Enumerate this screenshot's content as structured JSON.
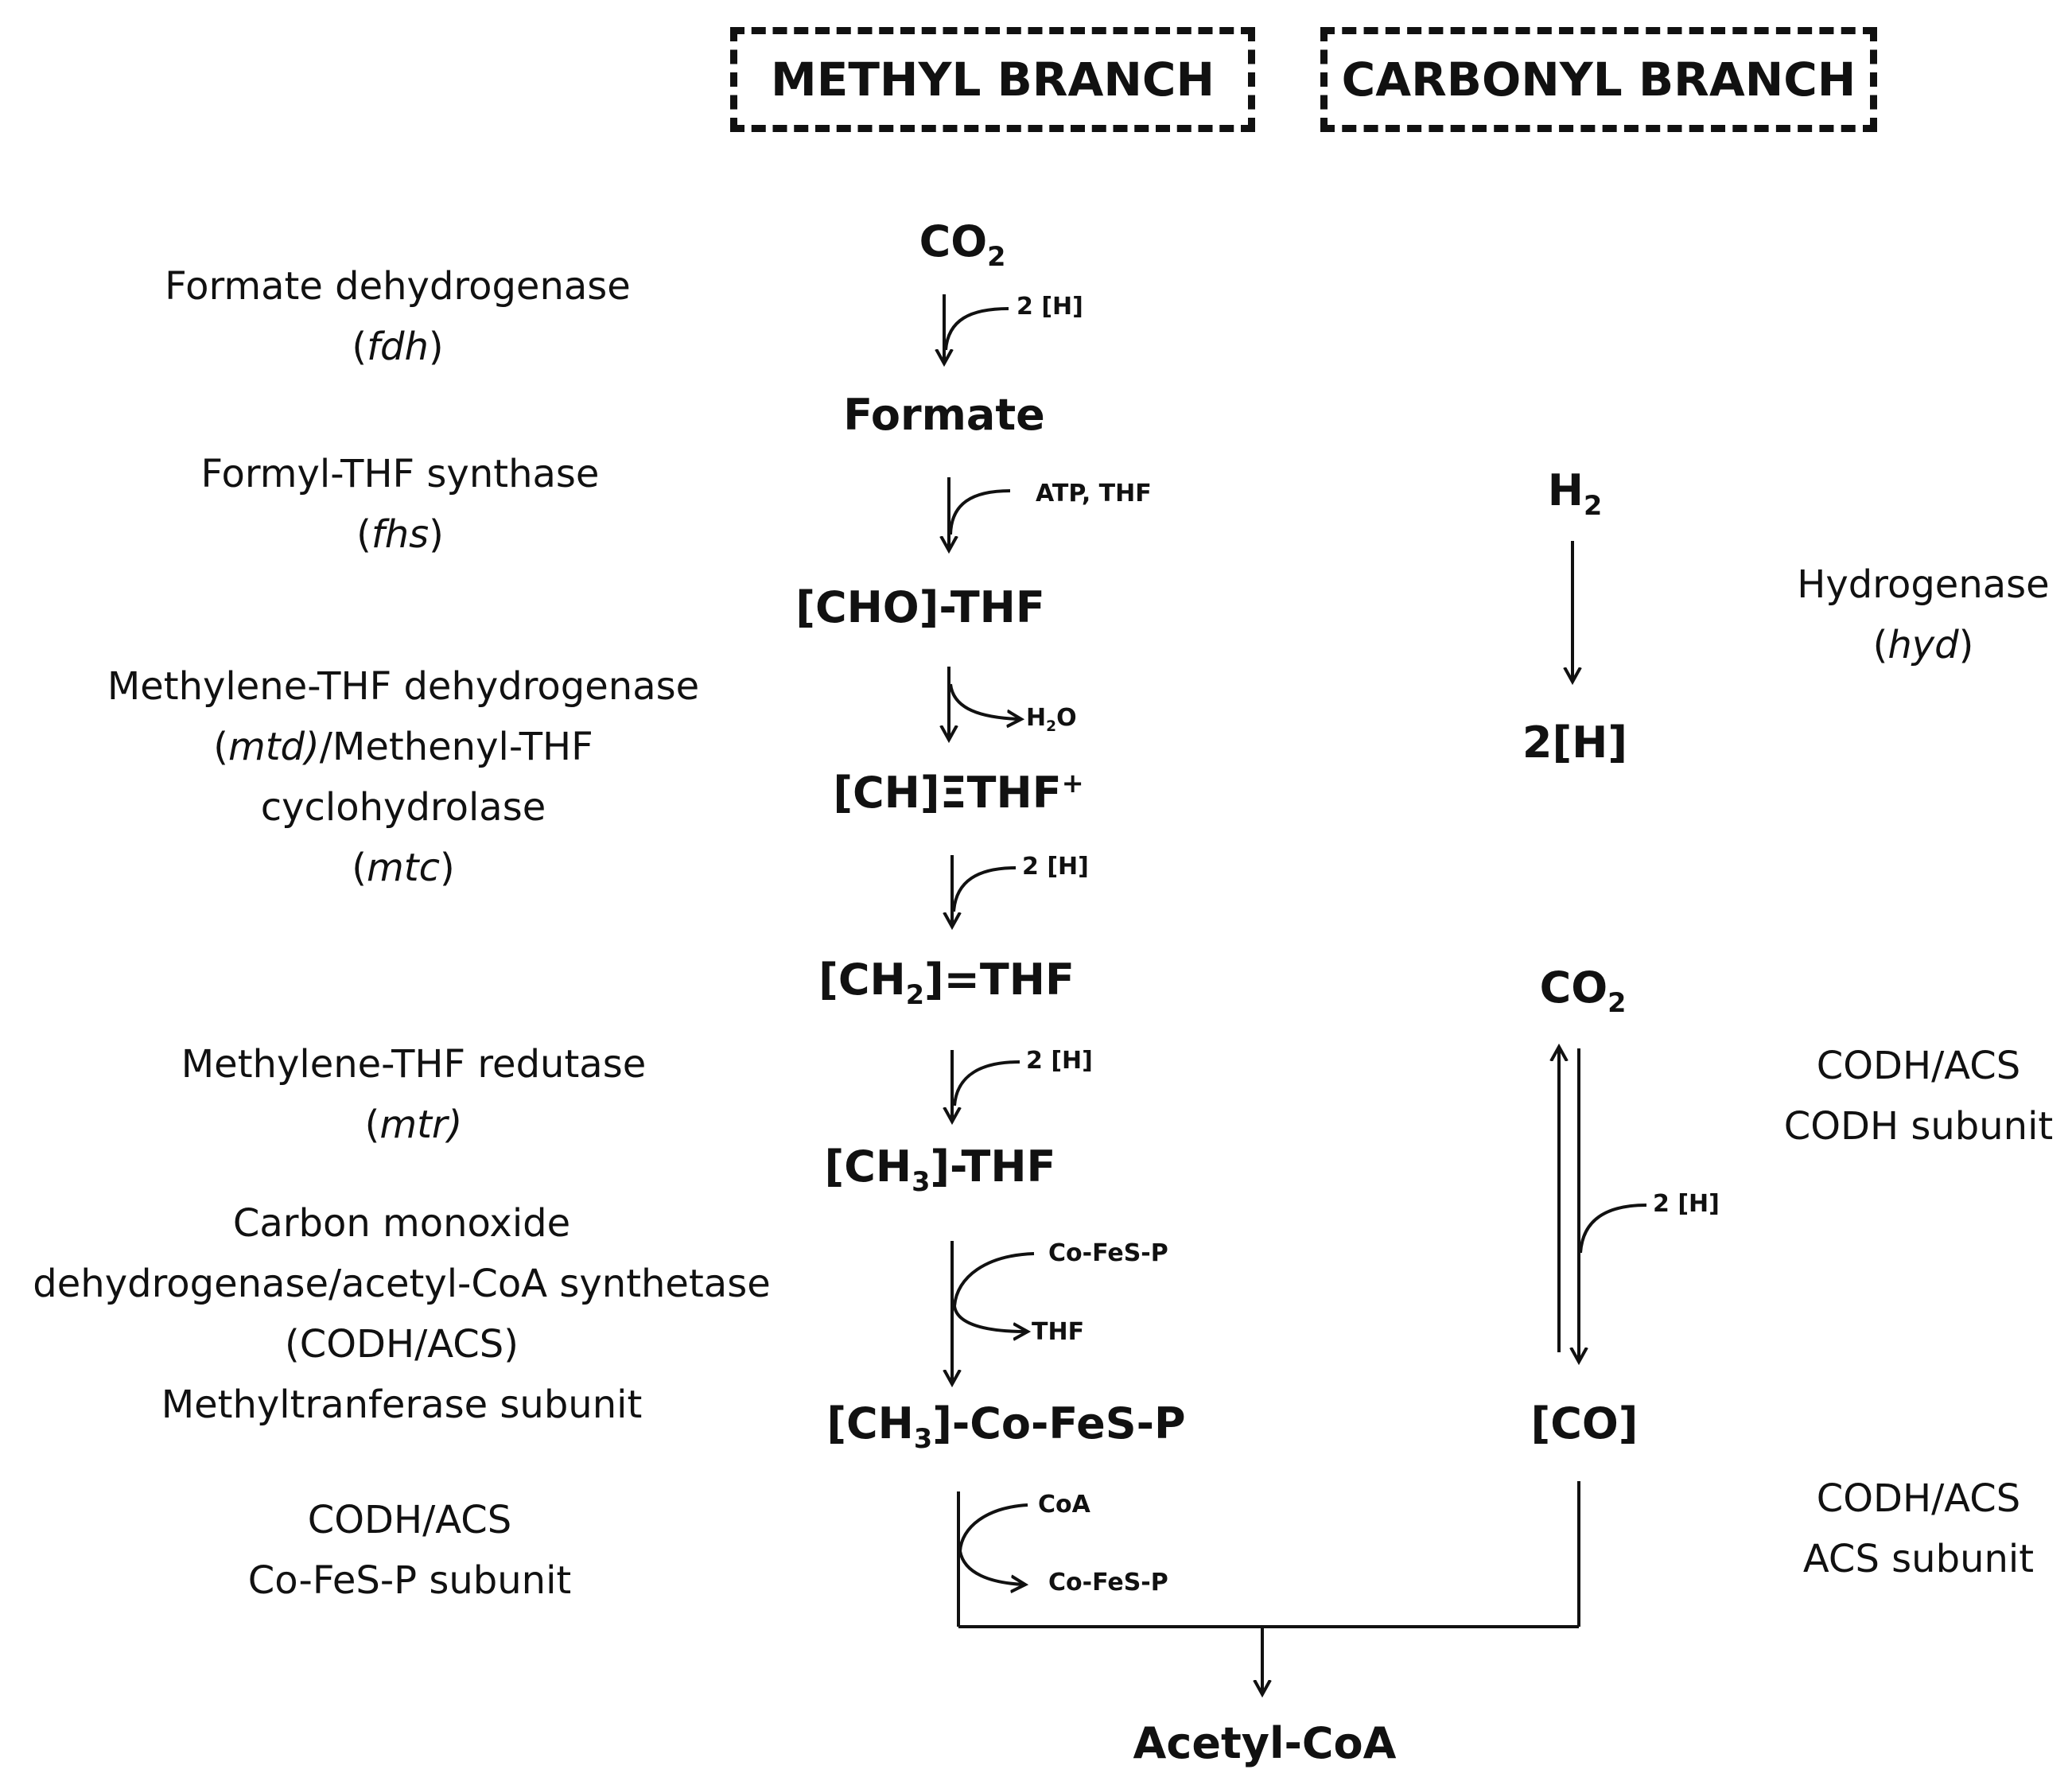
{
  "branches": {
    "methyl": "METHYL BRANCH",
    "carbonyl": "CARBONYL BRANCH"
  },
  "methyl_compounds": {
    "co2": {
      "base": "CO",
      "sub": "2"
    },
    "formate": "Formate",
    "cho_thf": "[CHO]-THF",
    "ch_thf": {
      "base": "[CH]ΞTHF",
      "sup": "+"
    },
    "ch2_thf": {
      "pre": "[CH",
      "sub": "2",
      "post": "]=THF"
    },
    "ch3_thf": {
      "pre": "[CH",
      "sub": "3",
      "post": "]-THF"
    },
    "ch3_co": {
      "pre": "[CH",
      "sub": "3",
      "post": "]-Co-FeS-P"
    }
  },
  "carbonyl_compounds": {
    "h2": {
      "base": "H",
      "sub": "2"
    },
    "two_h": "2[H]",
    "co2": {
      "base": "CO",
      "sub": "2"
    },
    "co": "[CO]"
  },
  "product": "Acetyl-CoA",
  "cofactors": {
    "s1": "2 [H]",
    "s2": "ATP, THF",
    "s3": {
      "base": "H",
      "sub": "2",
      "post": "O"
    },
    "s4": "2 [H]",
    "s5": "2 [H]",
    "s6_in": "Co-FeS-P",
    "s6_out": "THF",
    "s7_in": "CoA",
    "s7_out": "Co-FeS-P",
    "carbonyl_h": "2 [H]"
  },
  "enzymes_left": {
    "fdh": {
      "name": "Formate dehydrogenase",
      "gene": "fdh"
    },
    "fhs": {
      "name": "Formyl-THF synthase",
      "gene": "fhs"
    },
    "mtd": {
      "line1": "Methylene-THF dehydrogenase",
      "gene1": "mtd)",
      "line2": "/Methenyl-THF",
      "line3": "cyclohydrolase",
      "gene2": "mtc"
    },
    "mtr": {
      "name": "Methylene-THF redutase",
      "gene": "mtr)"
    },
    "codh": {
      "line1": "Carbon monoxide",
      "line2": "dehydrogenase/acetyl-CoA synthetase",
      "line3": "(CODH/ACS)",
      "line4": "Methyltranferase subunit"
    },
    "cofes": {
      "line1": "CODH/ACS",
      "line2": "Co-FeS-P subunit"
    }
  },
  "enzymes_right": {
    "hyd": {
      "name": "Hydrogenase",
      "gene": "hyd"
    },
    "codh": {
      "line1": "CODH/ACS",
      "line2": "CODH subunit"
    },
    "acs": {
      "line1": "CODH/ACS",
      "line2": "ACS subunit"
    }
  }
}
